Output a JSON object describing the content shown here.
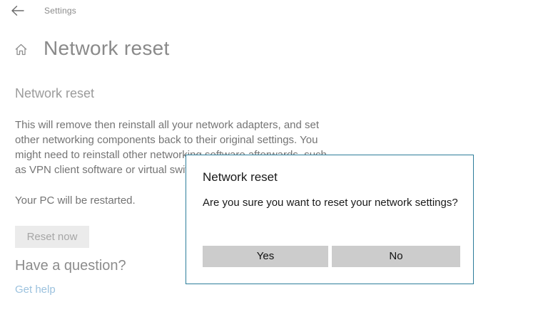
{
  "header": {
    "app_label": "Settings"
  },
  "page": {
    "title": "Network reset"
  },
  "section": {
    "heading": "Network reset",
    "description_lines": [
      "This will remove then reinstall all your network adapters, and set",
      "other networking components back to their original settings. You",
      "might need to reinstall other networking software afterwards, such",
      "as VPN client software or virtual switches."
    ],
    "restart_note": "Your PC will be restarted.",
    "reset_button_label": "Reset now"
  },
  "help": {
    "heading": "Have a question?",
    "link_label": "Get help"
  },
  "dialog": {
    "title": "Network reset",
    "message": "Are you sure you want to reset your network settings?",
    "yes_label": "Yes",
    "no_label": "No"
  },
  "icons": {
    "back": "back-arrow-icon",
    "home": "home-icon"
  },
  "colors": {
    "dialog_border": "#2d7d9a",
    "dialog_button_bg": "#cccccc",
    "reset_button_bg": "#ebebeb",
    "reset_button_text": "#a6a6a6",
    "link": "#9cc2de",
    "muted_text": "#747474",
    "title_text": "#8a8a8a",
    "dialog_text": "#191919"
  }
}
